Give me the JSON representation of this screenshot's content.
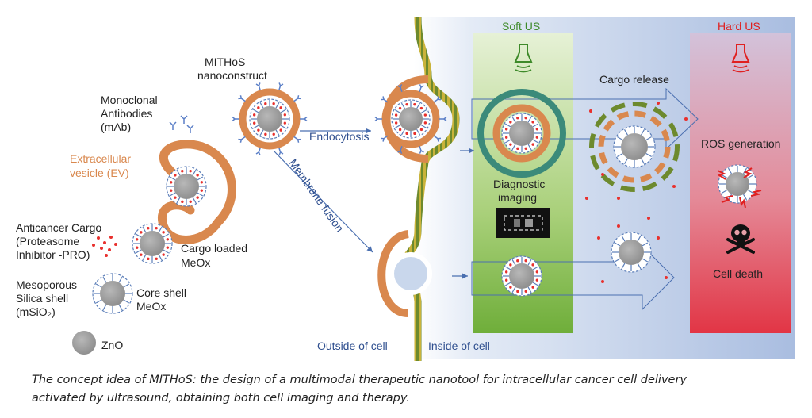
{
  "labels": {
    "mithos": [
      "MITHoS",
      "nanoconstruct"
    ],
    "mab": [
      "Monoclonal",
      "Antibodies",
      "(mAb)"
    ],
    "ev": [
      "Extracellular",
      "vesicle (EV)"
    ],
    "cargo": [
      "Anticancer Cargo",
      "(Proteasome",
      "Inhibitor -PRO)"
    ],
    "cargo_loaded": [
      "Cargo loaded",
      "MeOx"
    ],
    "msio2": [
      "Mesoporous",
      "Silica shell",
      "(mSiO₂)"
    ],
    "core_shell": [
      "Core shell",
      "MeOx"
    ],
    "zno": "ZnO",
    "endocytosis": "Endocytosis",
    "membrane_fusion": "Membrane fusion",
    "outside": "Outside of cell",
    "inside": "Inside of cell",
    "soft_us": "Soft US",
    "hard_us": "Hard US",
    "cargo_release": "Cargo release",
    "diag": [
      "Diagnostic",
      "imaging"
    ],
    "ros": "ROS generation",
    "death": "Cell death"
  },
  "caption": [
    "The concept idea of MITHoS: the design of a multimodal therapeutic nanotool for intracellular cancer cell delivery",
    "activated by ultrasound, obtaining both cell imaging and therapy."
  ],
  "colors": {
    "ev": "#d9884e",
    "core": "#9a9a9a",
    "shell": "#5a7db8",
    "antibody": "#5b7fc7",
    "dot": "#e8302d",
    "soft": "#3e8a2a",
    "hard": "#e02020",
    "text": "#222222",
    "blue_text": "#2f4f8f"
  }
}
